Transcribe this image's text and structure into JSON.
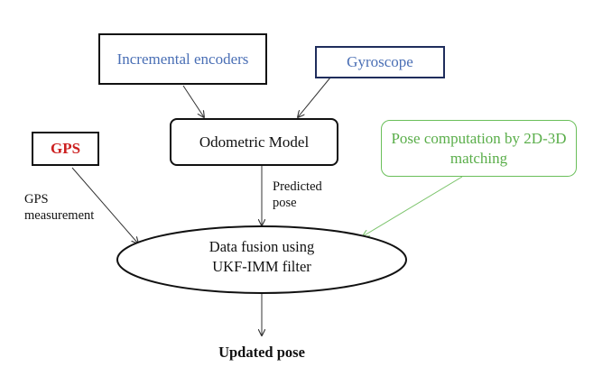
{
  "nodes": {
    "encoders": {
      "label": "Incremental encoders",
      "color": "#4a6fb5",
      "border": "#111111"
    },
    "gyroscope": {
      "label": "Gyroscope",
      "color": "#4a6fb5",
      "border": "#1f2d5c"
    },
    "gps": {
      "label": "GPS",
      "color": "#cc1f1f",
      "border": "#111111"
    },
    "odometric": {
      "label": "Odometric Model",
      "color": "#111111",
      "border": "#111111"
    },
    "pose_matching": {
      "label": "Pose computation by 2D-3D matching",
      "color": "#5aae4a",
      "border": "#6abf5a"
    },
    "fusion": {
      "line1": "Data fusion using",
      "line2": "UKF-IMM filter",
      "border": "#111111"
    },
    "updated": {
      "label": "Updated pose"
    }
  },
  "edges": {
    "gps_measurement": {
      "line1": "GPS",
      "line2": "measurement"
    },
    "predicted_pose": {
      "line1": "Predicted",
      "line2": "pose"
    }
  },
  "colors": {
    "arrow": "#333333",
    "green_arrow": "#7cc46c"
  }
}
